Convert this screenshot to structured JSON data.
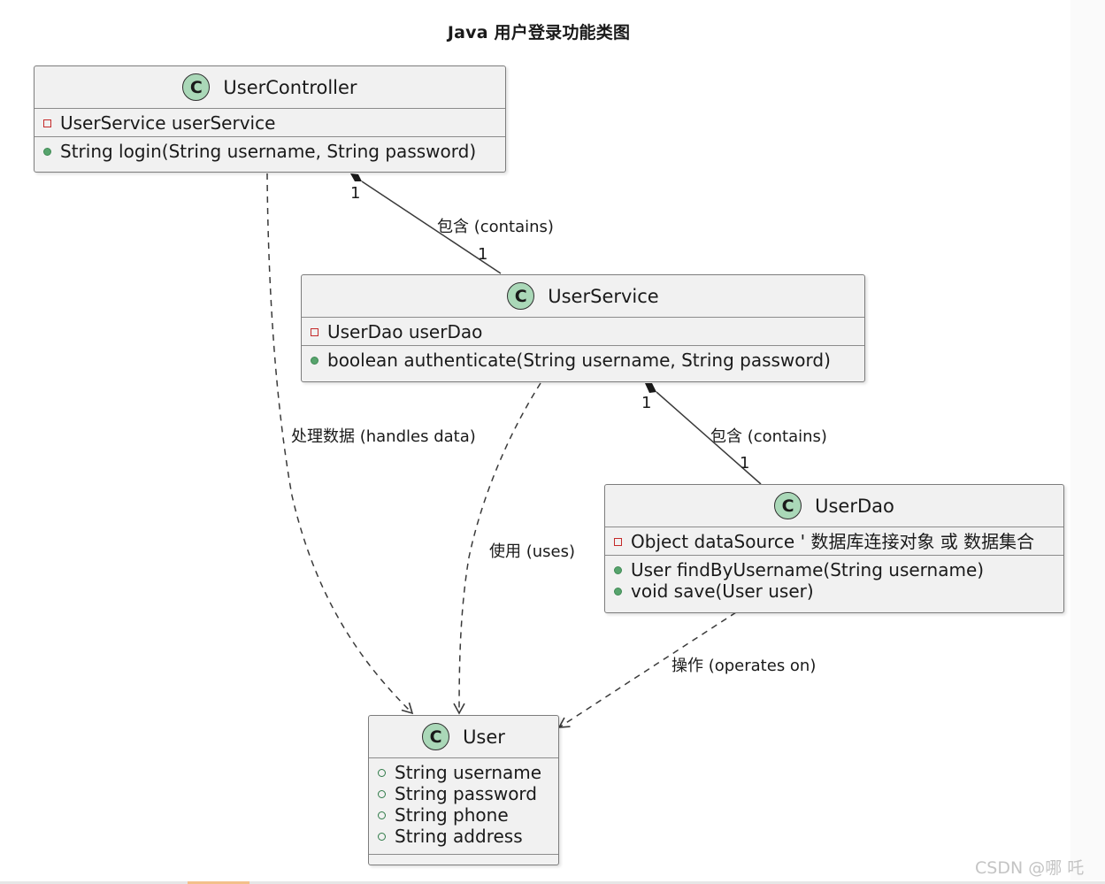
{
  "diagram": {
    "title": "Java 用户登录功能类图",
    "classes": {
      "user_controller": {
        "badge": "C",
        "name": "UserController",
        "fields": [
          {
            "visibility": "private",
            "text": "UserService userService"
          }
        ],
        "methods": [
          {
            "visibility": "public",
            "text": "String login(String username, String password)"
          }
        ]
      },
      "user_service": {
        "badge": "C",
        "name": "UserService",
        "fields": [
          {
            "visibility": "private",
            "text": "UserDao userDao"
          }
        ],
        "methods": [
          {
            "visibility": "public",
            "text": "boolean authenticate(String username, String password)"
          }
        ]
      },
      "user_dao": {
        "badge": "C",
        "name": "UserDao",
        "fields": [
          {
            "visibility": "private",
            "text": "Object dataSource ' 数据库连接对象 或 数据集合"
          }
        ],
        "methods": [
          {
            "visibility": "public",
            "text": "User findByUsername(String username)"
          },
          {
            "visibility": "public",
            "text": "void save(User user)"
          }
        ]
      },
      "user": {
        "badge": "C",
        "name": "User",
        "fields": [
          {
            "visibility": "public",
            "text": "String username"
          },
          {
            "visibility": "public",
            "text": "String password"
          },
          {
            "visibility": "public",
            "text": "String phone"
          },
          {
            "visibility": "public",
            "text": "String address"
          }
        ],
        "methods": []
      }
    },
    "relations": [
      {
        "from": "UserController",
        "to": "UserService",
        "type": "composition",
        "label": "包含 (contains)",
        "from_mult": "1",
        "to_mult": "1"
      },
      {
        "from": "UserService",
        "to": "UserDao",
        "type": "composition",
        "label": "包含 (contains)",
        "from_mult": "1",
        "to_mult": "1"
      },
      {
        "from": "UserController",
        "to": "User",
        "type": "dependency",
        "label": "处理数据 (handles data)"
      },
      {
        "from": "UserService",
        "to": "User",
        "type": "dependency",
        "label": "使用 (uses)"
      },
      {
        "from": "UserDao",
        "to": "User",
        "type": "dependency",
        "label": "操作 (operates on)"
      }
    ]
  },
  "watermark": "CSDN @哪 吒",
  "colors": {
    "class_fill": "#f1f1f1",
    "class_border": "#7d7d7d",
    "badge_fill": "#aad8b8",
    "private_marker": "#c42a2a",
    "public_marker": "#57a46d",
    "edge": "#3a3a3a"
  }
}
